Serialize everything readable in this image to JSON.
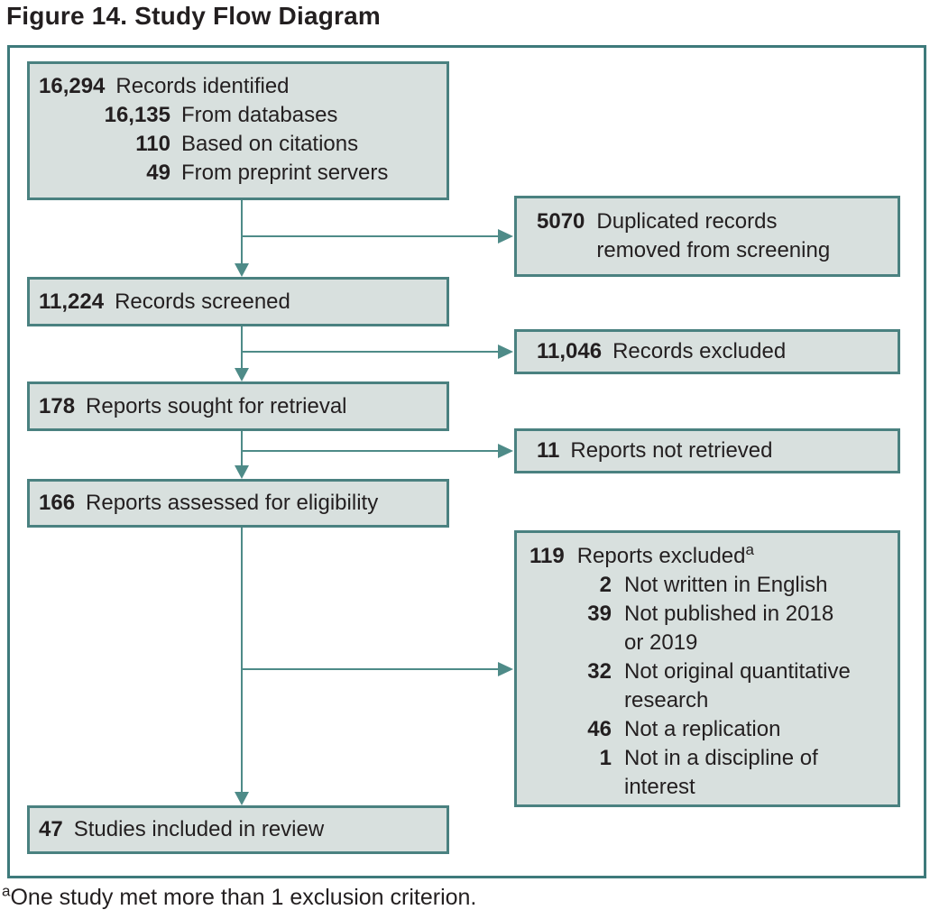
{
  "title": "Figure 14. Study Flow Diagram",
  "colors": {
    "frame_border": "#3e7a7b",
    "box_border": "#4a8180",
    "box_fill": "#d8e0de",
    "arrow": "#4e8b88",
    "text": "#231f20"
  },
  "boxes": {
    "identified": {
      "num": "16,294",
      "label": "Records identified",
      "subs": [
        {
          "num": "16,135",
          "label": "From databases"
        },
        {
          "num": "110",
          "label": "Based on citations"
        },
        {
          "num": "49",
          "label": "From preprint servers"
        }
      ]
    },
    "duplicates_removed": {
      "num": "5070",
      "lines": [
        "Duplicated records",
        "removed from screening"
      ]
    },
    "screened": {
      "num": "11,224",
      "label": "Records screened"
    },
    "records_excluded": {
      "num": "11,046",
      "label": "Records excluded"
    },
    "sought": {
      "num": "178",
      "label": "Reports sought for retrieval"
    },
    "not_retrieved": {
      "num": "11",
      "label": "Reports not retrieved"
    },
    "assessed": {
      "num": "166",
      "label": "Reports assessed for eligibility"
    },
    "reports_excluded": {
      "num": "119",
      "label": "Reports excluded",
      "sup": "a",
      "subs": [
        {
          "num": "2",
          "lines": [
            "Not written in English"
          ]
        },
        {
          "num": "39",
          "lines": [
            "Not published in 2018",
            "or 2019"
          ]
        },
        {
          "num": "32",
          "lines": [
            "Not original quantitative",
            "research"
          ]
        },
        {
          "num": "46",
          "lines": [
            "Not a replication"
          ]
        },
        {
          "num": "1",
          "lines": [
            "Not in a discipline of",
            "interest"
          ]
        }
      ]
    },
    "included": {
      "num": "47",
      "label": "Studies included in review"
    }
  },
  "footnote": {
    "marker": "a",
    "text": "One study met more than 1 exclusion criterion."
  }
}
